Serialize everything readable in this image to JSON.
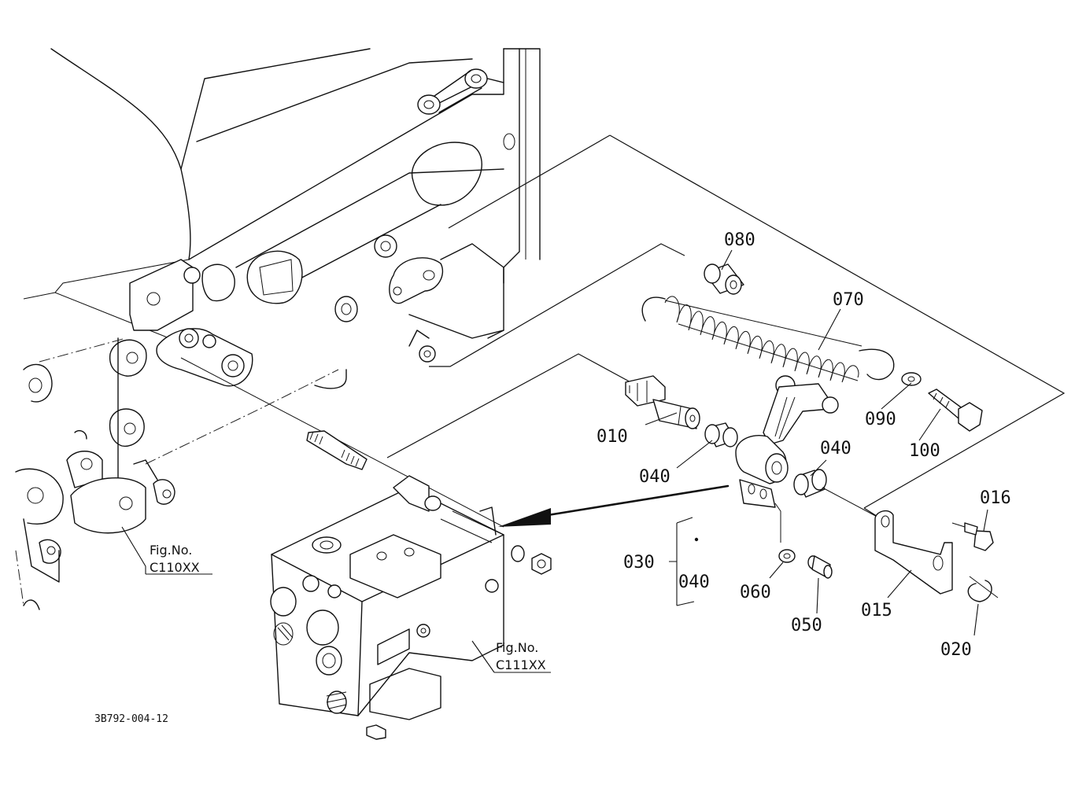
{
  "diagram": {
    "drawing_code": "3B792-004-12",
    "fig_refs": [
      {
        "line1": "Fig.No.",
        "line2": "C110XX"
      },
      {
        "line1": "Fig.No.",
        "line2": "C111XX"
      }
    ],
    "callouts": [
      "080",
      "070",
      "010",
      "040",
      "040",
      "090",
      "100",
      "016",
      "030",
      "040",
      "060",
      "050",
      "015",
      "020"
    ]
  }
}
